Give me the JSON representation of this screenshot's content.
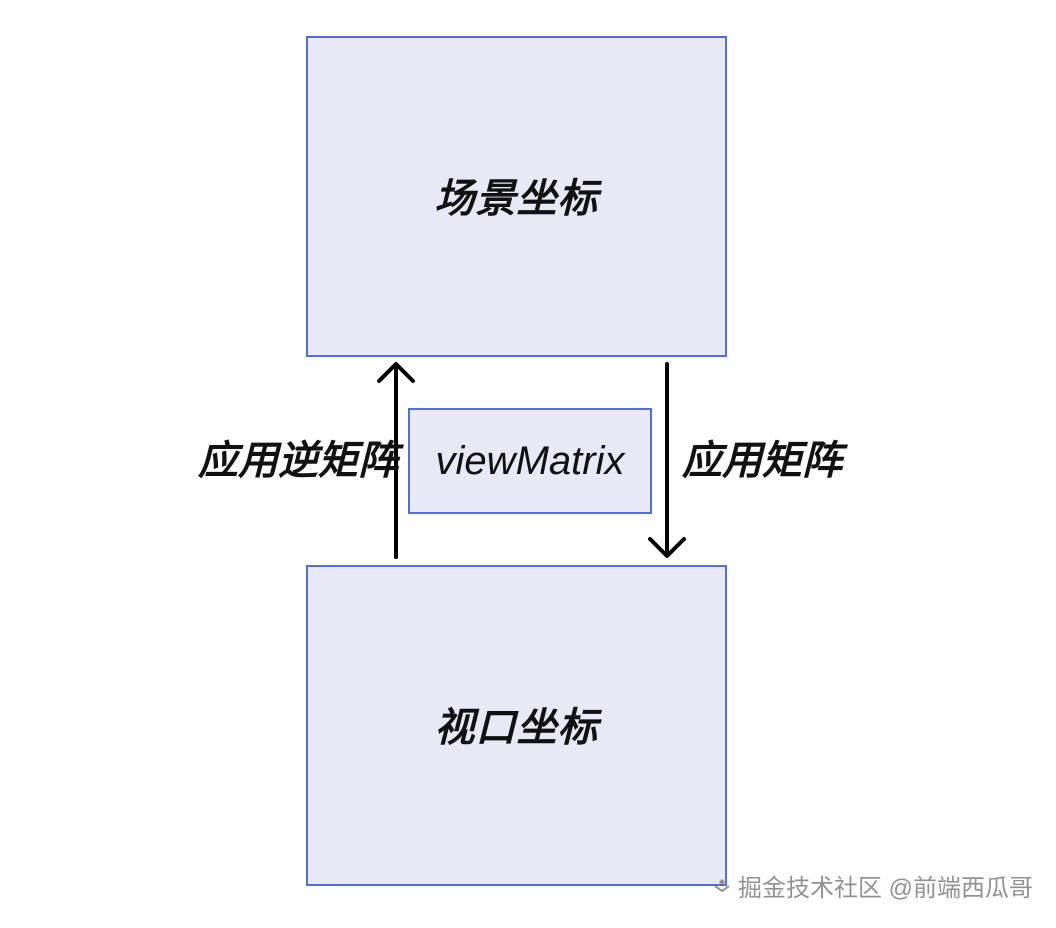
{
  "diagram": {
    "scene_box": {
      "label": "场景坐标"
    },
    "view_matrix_box": {
      "label": "viewMatrix"
    },
    "viewport_box": {
      "label": "视口坐标"
    },
    "left_arrow": {
      "label": "应用逆矩阵"
    },
    "right_arrow": {
      "label": "应用矩阵"
    }
  },
  "watermark": {
    "icon": "juejin-logo-icon",
    "text": "掘金技术社区 @前端西瓜哥"
  },
  "colors": {
    "box_fill": "#e8e8f6",
    "box_border": "#4f6fdc",
    "arrow": "#000000",
    "text": "#111111"
  }
}
